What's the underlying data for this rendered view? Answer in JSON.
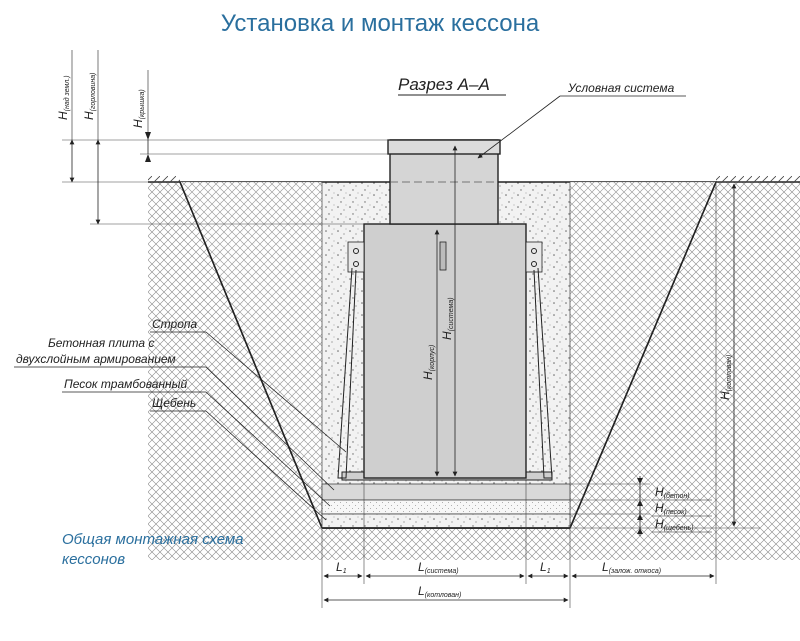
{
  "title": "Установка и монтаж кессона",
  "section_label": "Разрез А–А",
  "caption_lines": [
    "Общая монтажная схема",
    "кессонов"
  ],
  "callouts": {
    "system": "Условная система",
    "strap": "Стропа",
    "slab_1": "Бетонная плита с",
    "slab_2": "двухслойным армированием",
    "sand": "Песок трамбованный",
    "gravel": "Щебень"
  },
  "dims": {
    "h_above_ground": {
      "h": "H",
      "sub": "(над земл.)"
    },
    "h_neck": {
      "h": "H",
      "sub": "(горловина)"
    },
    "h_lid": {
      "h": "H",
      "sub": "(крышка)"
    },
    "h_body": {
      "h": "H",
      "sub": "(корпус)"
    },
    "h_system": {
      "h": "H",
      "sub": "(система)"
    },
    "h_pit": {
      "h": "H",
      "sub": "(котлован)"
    },
    "h_concrete": {
      "h": "H",
      "sub": "(бетон)"
    },
    "h_sand": {
      "h": "H",
      "sub": "(песок)"
    },
    "h_gravel": {
      "h": "H",
      "sub": "(щебень)"
    },
    "l1_left": {
      "h": "L",
      "sub": "1"
    },
    "l_system": {
      "h": "L",
      "sub": "(система)"
    },
    "l1_right": {
      "h": "L",
      "sub": "1"
    },
    "l_slope": {
      "h": "L",
      "sub": "(залож. откоса)"
    },
    "l_pit": {
      "h": "L",
      "sub": "(котлован)"
    }
  }
}
